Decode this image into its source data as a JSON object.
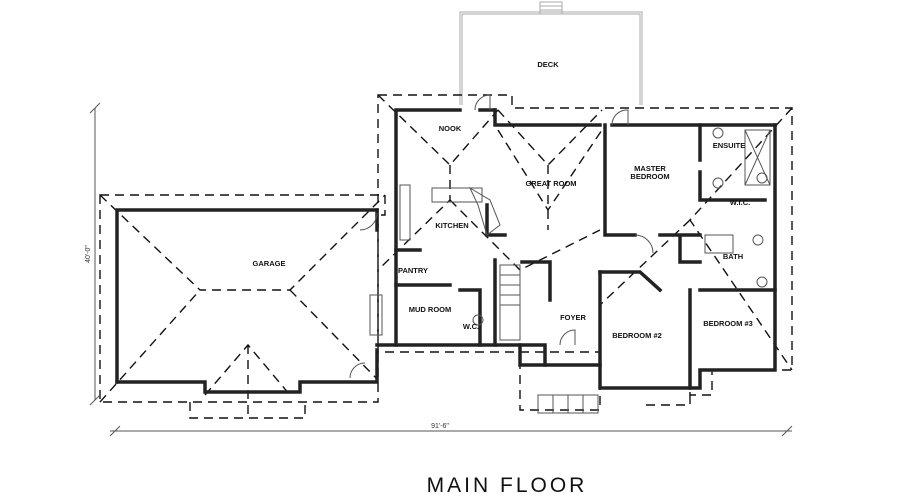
{
  "title": "MAIN FLOOR",
  "dimensions": {
    "width": "91'-6\"",
    "depth": "40'-0\""
  },
  "rooms": {
    "deck": "DECK",
    "nook": "NOOK",
    "great_room": "GREAT ROOM",
    "master_bedroom_1": "MASTER",
    "master_bedroom_2": "BEDROOM",
    "ensuite": "ENSUITE",
    "wic": "W.I.C.",
    "kitchen": "KITCHEN",
    "bath": "BATH",
    "garage": "GARAGE",
    "pantry": "PANTRY",
    "mud_room": "MUD ROOM",
    "wc": "W.C.",
    "foyer": "FOYER",
    "bedroom2": "BEDROOM #2",
    "bedroom3": "BEDROOM #3"
  }
}
